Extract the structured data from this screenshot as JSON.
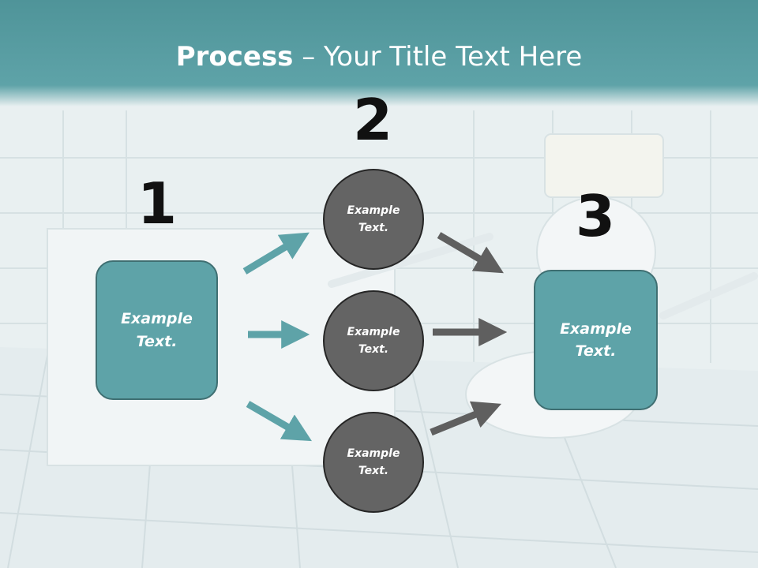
{
  "title": {
    "bold": "Process",
    "rest": " – Your Title Text Here"
  },
  "steps": [
    {
      "number": "1"
    },
    {
      "number": "2"
    },
    {
      "number": "3"
    }
  ],
  "left_box": {
    "line1": "Example",
    "line2": "Text."
  },
  "circles": [
    {
      "line1": "Example",
      "line2": "Text."
    },
    {
      "line1": "Example",
      "line2": "Text."
    },
    {
      "line1": "Example",
      "line2": "Text."
    }
  ],
  "right_box": {
    "line1": "Example",
    "line2": "Text."
  },
  "colors": {
    "teal": "#5ea3a8",
    "dark_teal": "#3f6f72",
    "gray": "#646464",
    "arrow_gray": "#5f5f5f"
  }
}
